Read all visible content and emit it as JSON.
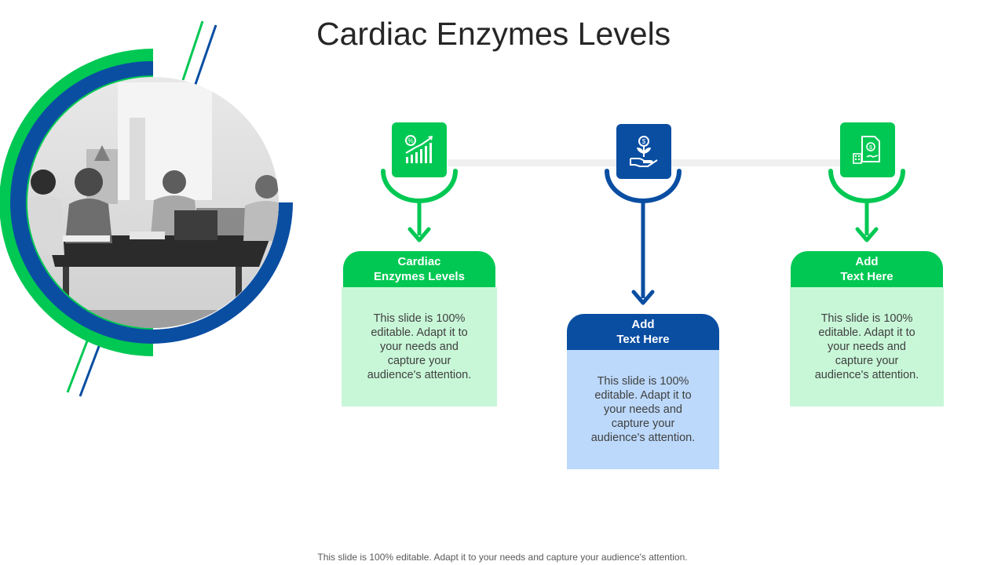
{
  "page": {
    "title": "Cardiac Enzymes Levels",
    "footnote": "This slide is 100% editable. Adapt it to your needs and capture your audience's attention."
  },
  "colors": {
    "green": "#00c853",
    "blue": "#0a4ea2",
    "light_green": "#c8f7d8",
    "light_blue": "#bcd9fb",
    "connector": "#f0f0f0"
  },
  "photo": {
    "description_icon": "meeting-photo"
  },
  "steps": [
    {
      "icon": "growth-chart-icon",
      "heading": "Cardiac\nEnzymes Levels",
      "body": "This slide is 100% editable. Adapt it to your needs and capture your audience's attention."
    },
    {
      "icon": "money-plant-hand-icon",
      "heading": "Add\nText Here",
      "body": "This slide is 100% editable. Adapt it to your needs and capture your audience's attention."
    },
    {
      "icon": "financial-report-icon",
      "heading": "Add\nText Here",
      "body": "This slide is 100% editable. Adapt it to your needs and capture your audience's attention."
    }
  ]
}
